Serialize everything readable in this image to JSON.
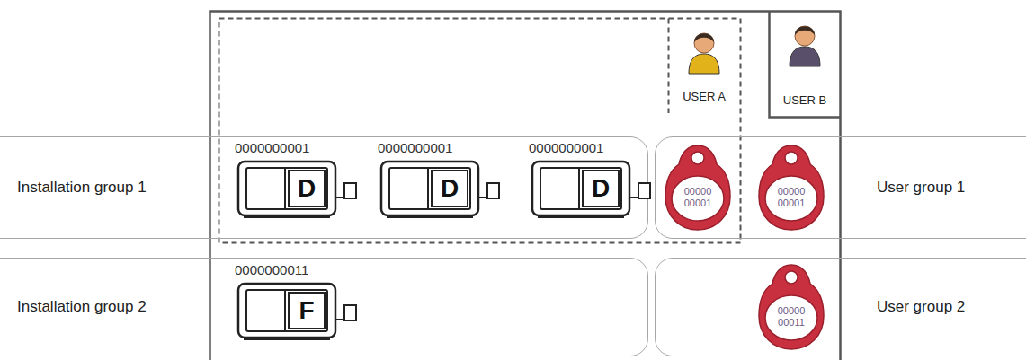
{
  "diagram": {
    "nodes": [
      {
        "text": [
          "USER A"
        ]
      },
      {
        "text": [
          "USER B"
        ]
      },
      {
        "text": [
          "Installation group 1"
        ]
      },
      {
        "text": [
          "0000000001",
          "D"
        ],
        "in": 2
      },
      {
        "text": [
          "0000000001",
          "D"
        ],
        "in": 2
      },
      {
        "text": [
          "0000000001",
          "D"
        ],
        "in": 2
      },
      {
        "text": [
          "User group 1"
        ]
      },
      {
        "text": [
          "00000 00001"
        ],
        "in": 6
      },
      {
        "text": [
          "00000 00001"
        ],
        "in": 6
      },
      {
        "text": [
          "Installation group 2"
        ]
      },
      {
        "text": [
          "0000000011",
          "F"
        ],
        "in": 9
      },
      {
        "text": [
          "User group 2"
        ]
      },
      {
        "text": [
          "00000 00011"
        ],
        "in": 11
      }
    ]
  }
}
